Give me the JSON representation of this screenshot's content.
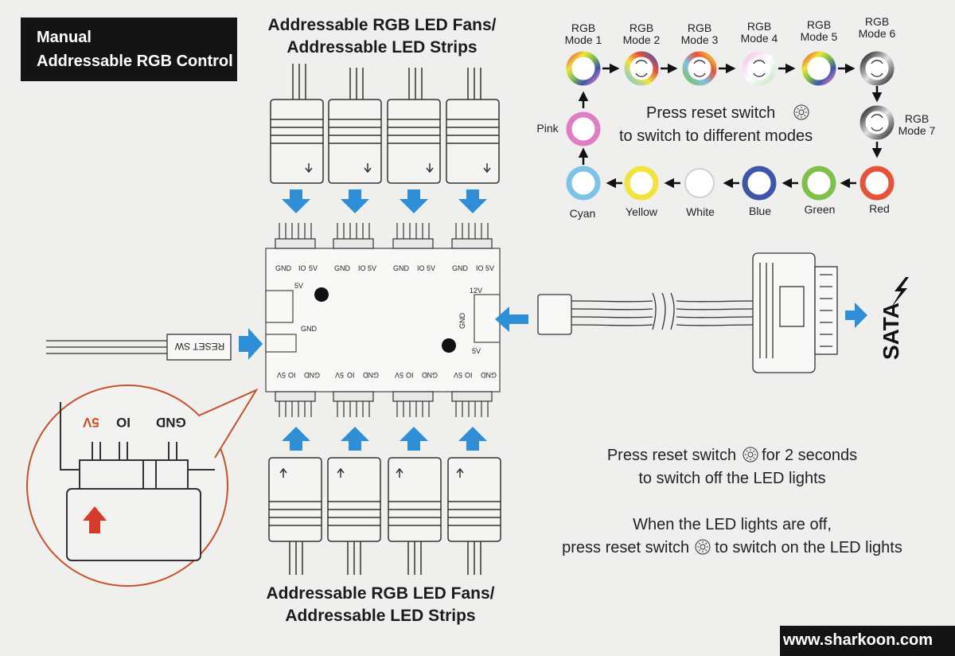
{
  "header": {
    "line1": "Manual",
    "line2": "Addressable RGB Control"
  },
  "titles": {
    "top_line1": "Addressable RGB LED Fans/",
    "top_line2": "Addressable LED Strips",
    "bottom_line1": "Addressable RGB LED Fans/",
    "bottom_line2": "Addressable LED Strips"
  },
  "modes": {
    "rgb_modes": [
      {
        "line1": "RGB",
        "line2": "Mode 1"
      },
      {
        "line1": "RGB",
        "line2": "Mode 2"
      },
      {
        "line1": "RGB",
        "line2": "Mode 3"
      },
      {
        "line1": "RGB",
        "line2": "Mode 4"
      },
      {
        "line1": "RGB",
        "line2": "Mode 5"
      },
      {
        "line1": "RGB",
        "line2": "Mode 6"
      },
      {
        "line1": "RGB",
        "line2": "Mode 7"
      }
    ],
    "colors": [
      {
        "label": "Red",
        "hex": "#e8513a"
      },
      {
        "label": "Green",
        "hex": "#7ec04a"
      },
      {
        "label": "Blue",
        "hex": "#3f55a8"
      },
      {
        "label": "White",
        "hex": "#ffffff"
      },
      {
        "label": "Yellow",
        "hex": "#f0e33a"
      },
      {
        "label": "Cyan",
        "hex": "#7ec3e6"
      },
      {
        "label": "Pink",
        "hex": "#e07cc4"
      }
    ],
    "center_line1": "Press reset switch",
    "center_line2": "to switch to different modes"
  },
  "board": {
    "header_pins": {
      "gnd": "GND",
      "io": "IO",
      "v5": "5V"
    },
    "left_5v": "5V",
    "left_gnd": "GND",
    "right_12v": "12V",
    "right_gnd": "GND",
    "right_5v": "5V",
    "reset_label": "RESET SW",
    "sata_label": "SATA"
  },
  "zoom": {
    "v5": "5V",
    "io": "IO",
    "gnd": "GND"
  },
  "instructions": {
    "off_line1": "Press reset switch",
    "off_line1_tail": "for 2 seconds",
    "off_line2": "to switch off the LED lights",
    "on_line1": "When the LED lights are off,",
    "on_line2_head": "press reset switch",
    "on_line2_tail": "to switch on the LED lights"
  },
  "footer": {
    "url": "www.sharkoon.com"
  },
  "accents": {
    "arrow_blue": "#2f8fd6",
    "zoom_red": "#c8502a",
    "arrow_red": "#d63a2a"
  }
}
